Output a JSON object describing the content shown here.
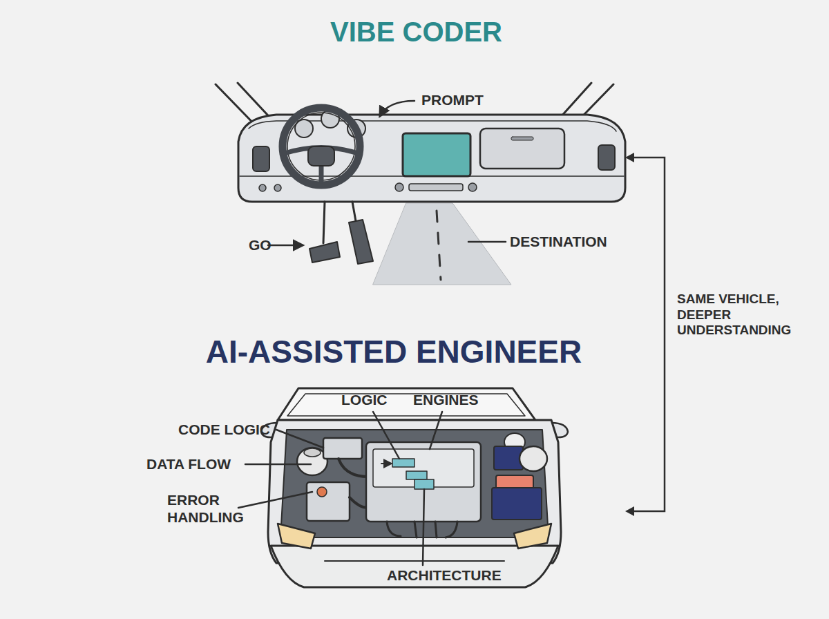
{
  "diagram": {
    "nodes": [
      {
        "text": [
          "VIBE CODER"
        ]
      },
      {
        "text": [
          "AI-ASSISTED ENGINEER"
        ]
      }
    ],
    "edges": [
      {
        "from": 0,
        "to": 1,
        "arrow": "both",
        "label": "SAME VEHICLE, DEEPER UNDERSTANDING"
      }
    ],
    "labels": [
      "PROMPT",
      "GO",
      "DESTINATION",
      "LOGIC",
      "ENGINES",
      "CODE LOGIC",
      "DATA FLOW",
      "ERROR HANDLING",
      "ARCHITECTURE"
    ]
  }
}
